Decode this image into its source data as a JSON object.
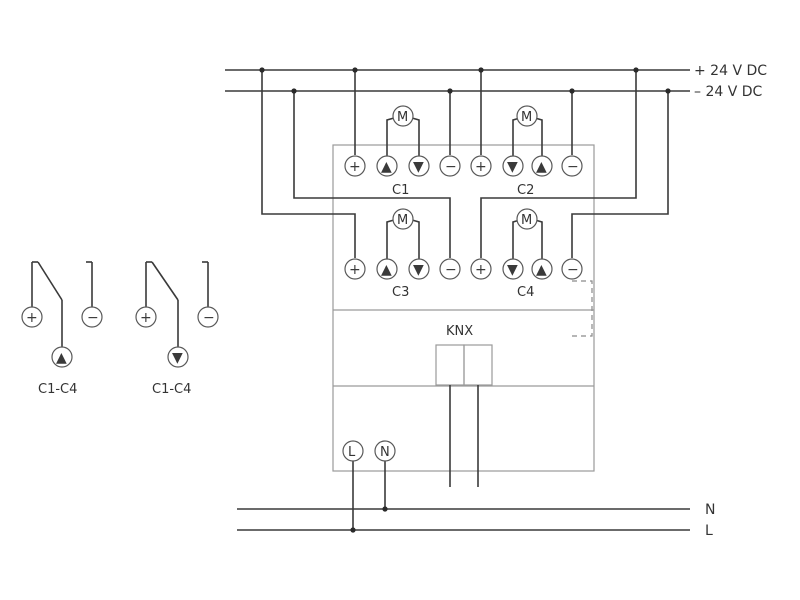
{
  "rails": {
    "plus_24vdc": "+ 24 V DC",
    "minus_24vdc": "– 24 V DC",
    "neutral": "N",
    "line": "L"
  },
  "channels": {
    "c1": "C1",
    "c2": "C2",
    "c3": "C3",
    "c4": "C4"
  },
  "bus": {
    "knx": "KNX"
  },
  "power_terminals": {
    "l": "L",
    "n": "N"
  },
  "motor_symbol": "M",
  "legend": {
    "up_label": "C1-C4",
    "down_label": "C1-C4"
  },
  "symbols": {
    "plus": "+",
    "minus": "−",
    "up": "▲",
    "down": "▼"
  }
}
